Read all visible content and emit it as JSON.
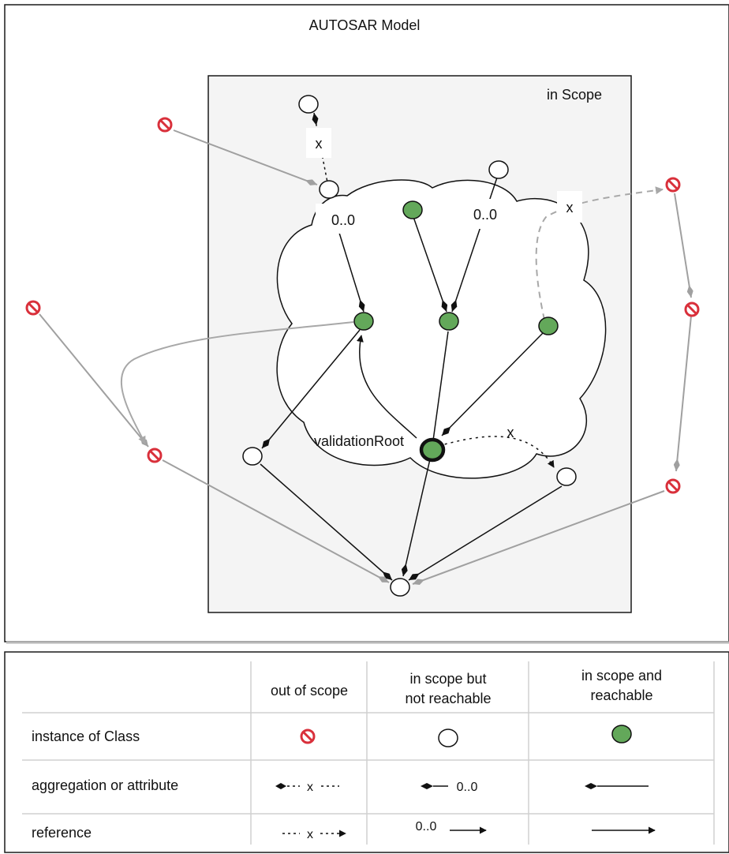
{
  "diagram": {
    "title": "AUTOSAR Model",
    "scope_label": "in Scope",
    "validation_root_label": "validationRoot",
    "edge_labels": {
      "x_top": "x",
      "multiplicity_left": "0..0",
      "multiplicity_right": "0..0",
      "x_dashed_ref": "x",
      "x_root_ref": "x"
    }
  },
  "legend": {
    "columns": [
      "out of scope",
      "in scope but not reachable",
      "in scope and reachable"
    ],
    "column_lines": [
      [
        "out of scope"
      ],
      [
        "in scope but",
        "not reachable"
      ],
      [
        "in scope and",
        "reachable"
      ]
    ],
    "rows": [
      "instance of Class",
      "aggregation or attribute",
      "reference"
    ],
    "samples": {
      "aggregation_out_label": "x",
      "aggregation_in_label": "0..0",
      "reference_out_label": "x",
      "reference_in_label": "0..0"
    }
  },
  "colors": {
    "reachable_fill": "#63a85a",
    "out_of_scope_red": "#d9303b",
    "scope_fill": "#f4f4f4",
    "gray_link": "#a0a0a0"
  }
}
